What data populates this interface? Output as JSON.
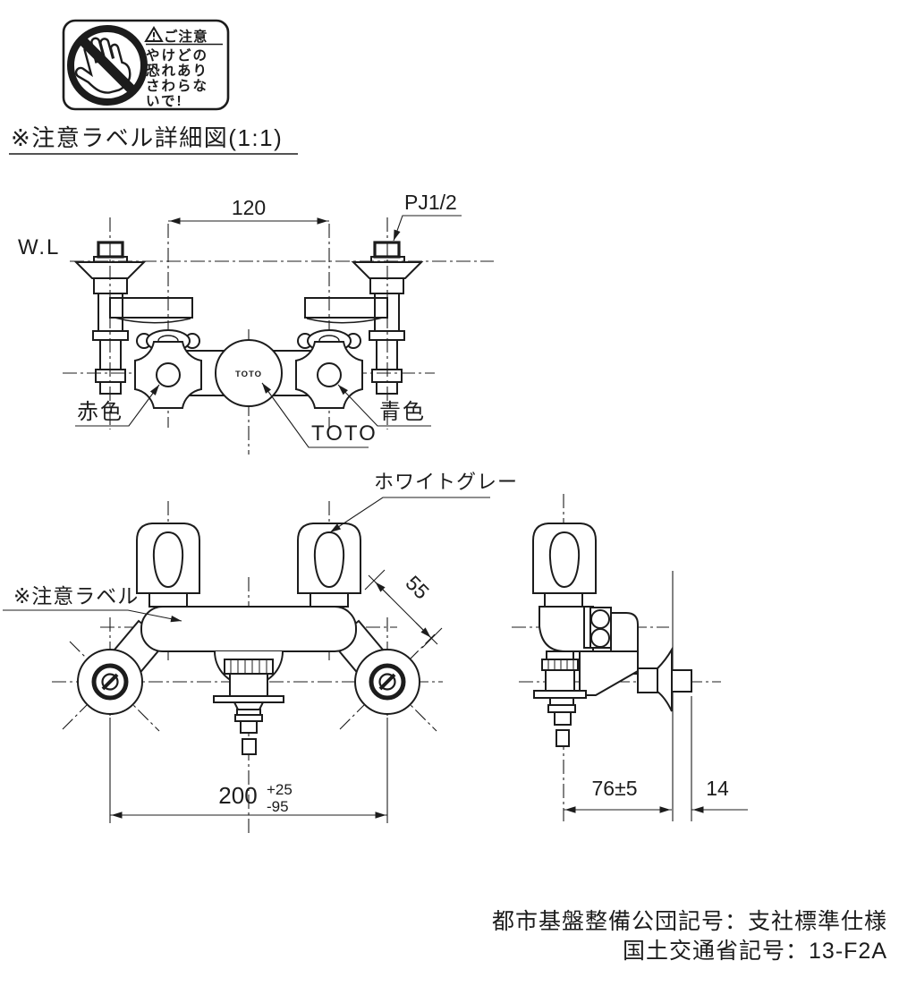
{
  "colors": {
    "line": "#1c1c1c",
    "background": "#ffffff"
  },
  "warning_label": {
    "heading": "ご注意",
    "lines": [
      "やけどの",
      "恐れあり",
      "さわらな",
      "いで!"
    ]
  },
  "caption": "※注意ラベル詳細図(1:1)",
  "top_view": {
    "wl": "W.L",
    "dim_handle_pitch": "120",
    "thread": "PJ1/2",
    "hot_handle": "赤色",
    "cold_handle": "青色",
    "brand_callout": "TOTO",
    "brand_logo": "TOTO"
  },
  "front_view": {
    "handle_color": "ホワイトグレー",
    "caution_ref": "※注意ラベル",
    "dim_diag": "55",
    "dim_span": "200",
    "dim_span_plus": "+25",
    "dim_span_minus": "-95"
  },
  "side_view": {
    "dim_depth": "76±5",
    "dim_wall": "14"
  },
  "footer": {
    "line1": "都市基盤整備公団記号：支社標準仕様",
    "line2": "国土交通省記号：13-F2A"
  }
}
